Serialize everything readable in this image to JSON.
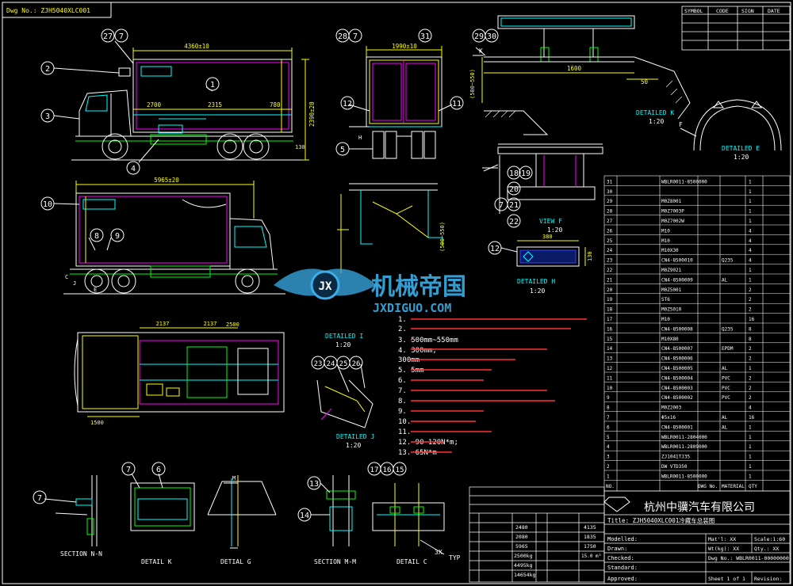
{
  "dwg_no_label": "Dwg No.: ZJH5040XLC001",
  "main_view": {
    "balloons_top": [
      "27",
      "7"
    ],
    "balloons_side": [
      "2",
      "3",
      "4",
      "1"
    ],
    "dim_box_length": "4360±10",
    "dim_2700": "2700",
    "dim_2315": "2315",
    "dim_780": "780",
    "dim_height": "2390±20",
    "dim_130": "130"
  },
  "rear_view": {
    "balloons": [
      "28",
      "7",
      "31",
      "12",
      "11",
      "5"
    ],
    "dim_width": "1990±10",
    "label_h": "H"
  },
  "plan_view": {
    "balloons": [
      "10",
      "8",
      "9"
    ],
    "dim_total": "5965±20",
    "label_j": "J",
    "label_e": "E",
    "label_c": "C"
  },
  "under_view": {
    "dim_2137_a": "2137",
    "dim_2137_b": "2137",
    "dim_2500": "2500",
    "dim_1500": "1500"
  },
  "detail_k_top": {
    "balloons": [
      "29",
      "30"
    ],
    "label_k": "K",
    "dim_1600": "1600",
    "dim_50": "50",
    "dim_vert": "(500~550)",
    "title": "DETAILED K",
    "scale": "1:20"
  },
  "detail_e": {
    "label_f": "F",
    "title": "DETAILED E",
    "scale": "1:20"
  },
  "detail_f": {
    "balloons": [
      "18",
      "19",
      "20",
      "7",
      "21",
      "22"
    ],
    "title": "VIEW F",
    "scale": "1:20"
  },
  "detail_h": {
    "balloon": "12",
    "dim_380": "380",
    "dim_130": "130",
    "title": "DETAILED H",
    "scale": "1:20"
  },
  "detail_i": {
    "dim_vert": "(500~550)",
    "title": "DETAILED I",
    "scale": "1:20"
  },
  "detail_j": {
    "balloons": [
      "23",
      "24",
      "25",
      "26"
    ],
    "title": "DETAILED J",
    "scale": "1:20"
  },
  "tech_notes": [
    "1.",
    "2.",
    "3. 500mm~550mm",
    "4. 300mm,",
    "   300mm",
    "5. 5mm",
    "6.",
    "7.",
    "8.",
    "9.",
    "10.",
    "11.",
    "12. 90~120N*m;",
    "13. 65N*m"
  ],
  "bottom_details": {
    "section_nn": {
      "balloon": "7",
      "title": "SECTION N-N"
    },
    "detail_k": {
      "balloons": [
        "7",
        "6"
      ],
      "title": "DETAIL K"
    },
    "detail_g": {
      "label_m": "M",
      "title": "DETIAL G"
    },
    "section_mm": {
      "balloons": [
        "13",
        "14"
      ],
      "title": "SECTION M-M"
    },
    "detail_c": {
      "balloons": [
        "17",
        "16",
        "15"
      ],
      "note": "3X",
      "typ": "TYP",
      "title": "DETAIL C"
    }
  },
  "param_table": {
    "header_values": [
      "2480",
      "2080",
      "5965",
      "2500kg"
    ],
    "dims": [
      "4135",
      "1835",
      "1750"
    ],
    "last_val": "14654kg",
    "last_right": "4495kg",
    "vol": "15.0 m³"
  },
  "bom_rows": [
    {
      "no": "31",
      "code": "WBLR0011-8500000",
      "qty": "1"
    },
    {
      "no": "30",
      "code": "",
      "qty": "1"
    },
    {
      "no": "29",
      "code": "M0Z8001",
      "qty": "1"
    },
    {
      "no": "28",
      "code": "M0Z7003P",
      "qty": "1"
    },
    {
      "no": "27",
      "code": "M0Z7002W",
      "qty": "1"
    },
    {
      "no": "26",
      "code": "M10",
      "qty": "4"
    },
    {
      "no": "25",
      "code": "M10",
      "qty": "4"
    },
    {
      "no": "24",
      "code": "M10X30",
      "qty": "4"
    },
    {
      "no": "23",
      "code": "CN4-8500010",
      "mat": "Q235",
      "qty": "4"
    },
    {
      "no": "22",
      "code": "M0Z9021",
      "qty": "1"
    },
    {
      "no": "21",
      "code": "CN4-8500009",
      "mat": "AL",
      "qty": "1"
    },
    {
      "no": "20",
      "code": "M0Z5001",
      "qty": "2"
    },
    {
      "no": "19",
      "code": "ST6",
      "qty": "2"
    },
    {
      "no": "18",
      "code": "M0Z5010",
      "qty": "2"
    },
    {
      "no": "17",
      "code": "M10",
      "qty": "16"
    },
    {
      "no": "16",
      "code": "CN4-8500008",
      "mat": "Q235",
      "qty": "8"
    },
    {
      "no": "15",
      "code": "M10X80",
      "qty": "8"
    },
    {
      "no": "14",
      "code": "CN4-8500007",
      "mat": "EPDM",
      "qty": "2"
    },
    {
      "no": "13",
      "code": "CN4-8500006",
      "qty": "2"
    },
    {
      "no": "12",
      "code": "CN4-8500005",
      "mat": "AL",
      "qty": "1"
    },
    {
      "no": "11",
      "code": "CN4-8500004",
      "mat": "PVC",
      "qty": "2"
    },
    {
      "no": "10",
      "code": "CN4-8500003",
      "mat": "PVC",
      "qty": "2"
    },
    {
      "no": "9",
      "code": "CN4-8500002",
      "mat": "PVC",
      "qty": "2"
    },
    {
      "no": "8",
      "code": "M0Z2003",
      "qty": "4"
    },
    {
      "no": "7",
      "code": "Φ5x16",
      "mat": "AL",
      "qty": "16"
    },
    {
      "no": "6",
      "code": "CN4-8500001",
      "mat": "AL",
      "qty": "1"
    },
    {
      "no": "5",
      "code": "WBLR0011-2804000",
      "qty": "1"
    },
    {
      "no": "4",
      "code": "WBLR0011-2809000",
      "qty": "1"
    },
    {
      "no": "3",
      "code": "ZJ1041TJ35",
      "qty": "1"
    },
    {
      "no": "2",
      "code": "DW VTD350",
      "qty": "1"
    },
    {
      "no": "1",
      "code": "WBLR0011-8500000",
      "qty": "1"
    }
  ],
  "bom_header": [
    "NO.",
    "DWG No.",
    "MATERIAL",
    "QTY"
  ],
  "top_table_header": [
    "SYMBOL",
    "CODE",
    "SIGN",
    "DATE"
  ],
  "title_block": {
    "company": "杭州中骥汽车有限公司",
    "title": "Title: ZJH5040XLC001冷藏车总装图",
    "modelled": "Modelled:",
    "drawn": "Drawn:",
    "checked": "Checked:",
    "standard": "Standard:",
    "approved": "Approved:",
    "mat": "Mat'l: XX",
    "wt": "Wt(kg): XX",
    "scale": "Scale:1:60",
    "qty": "Qty.: XX",
    "dwg_no": "Dwg No.: WBLR0011-00000000",
    "sheet": "Sheet 1 of 1",
    "revision": "Revision:"
  },
  "watermark": {
    "cn": "机械帝国",
    "en": "JXDIGUO.COM",
    "badge": "JX"
  },
  "colors": {
    "background": "#000000",
    "outline": "#ffffff",
    "yellow": "#ffff00",
    "cyan": "#00ffff",
    "magenta": "#ff00ff",
    "green": "#00ff00",
    "blue": "#3344ff",
    "red": "#ff3030",
    "watermark": "#3aaee8"
  }
}
